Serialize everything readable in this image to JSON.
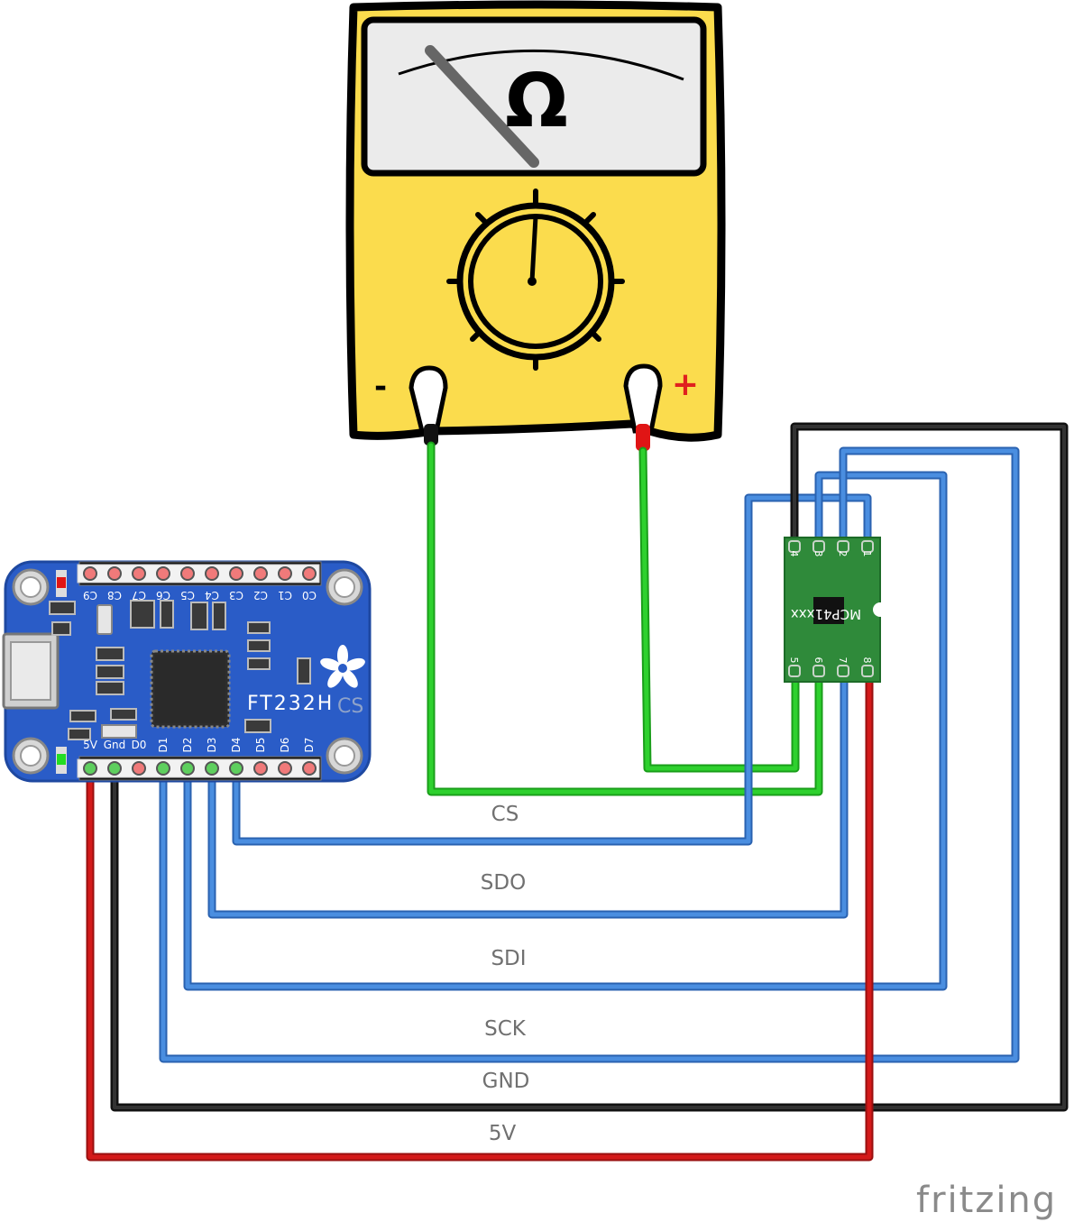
{
  "meter": {
    "symbol": "Ω",
    "minus": "-",
    "plus": "+"
  },
  "board": {
    "name": "FT232H",
    "cs_mark": "CS",
    "top_pins": [
      "C9",
      "C8",
      "C7",
      "C6",
      "C5",
      "C4",
      "C3",
      "C2",
      "C1",
      "C0"
    ],
    "bottom_pins": [
      "5V",
      "Gnd",
      "D0",
      "D1",
      "D2",
      "D3",
      "D4",
      "D5",
      "D6",
      "D7"
    ]
  },
  "chip": {
    "label": "MCP41xxx",
    "top_pins": [
      "4",
      "3",
      "2",
      "1"
    ],
    "bottom_pins": [
      "5",
      "6",
      "7",
      "8"
    ]
  },
  "labels": {
    "cs": "CS",
    "sdo": "SDO",
    "sdi": "SDI",
    "sck": "SCK",
    "gnd": "GND",
    "v5": "5V"
  },
  "watermark": "fritzing",
  "colors": {
    "spi": "#3a7fd0",
    "gnd": "#111111",
    "power": "#cc1111",
    "meter_leads": "#1fb81f",
    "meter_body": "#fbdc4d",
    "board": "#2a5cc7",
    "chip": "#2f8a3a"
  }
}
